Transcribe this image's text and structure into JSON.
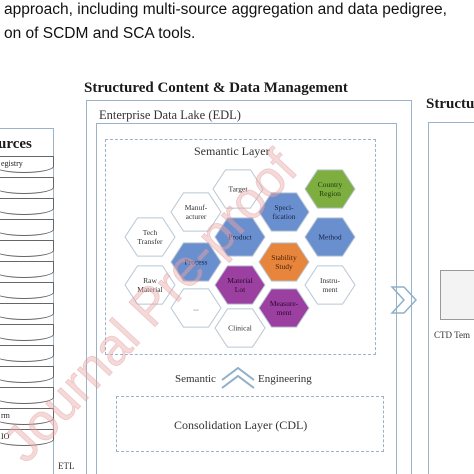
{
  "caption": {
    "line1": "approach, including multi-source aggregation and data pedigree,",
    "line2": "on of SCDM and SCA tools."
  },
  "left": {
    "title": "urces",
    "items": [
      "egistry",
      "",
      "",
      "",
      "",
      "",
      "",
      "",
      "",
      "",
      "",
      "",
      "rm",
      "IO"
    ],
    "etl_label": "ETL"
  },
  "main": {
    "title": "Structured Content & Data Management",
    "edl_title": "Enterprise Data Lake (EDL)",
    "semantic_layer_title": "Semantic Layer",
    "hexes": [
      {
        "label": [
          "Target"
        ],
        "fill": "#ffffff",
        "text": "#333333"
      },
      {
        "label": [
          "Country",
          "Region"
        ],
        "fill": "#7dae3f",
        "text": "#1d3a0a"
      },
      {
        "label": [
          "Manuf-",
          "acturer"
        ],
        "fill": "#ffffff",
        "text": "#333333"
      },
      {
        "label": [
          "Speci-",
          "fication"
        ],
        "fill": "#6a8fcf",
        "text": "#14244a"
      },
      {
        "label": [
          "Tech",
          "Transfer"
        ],
        "fill": "#ffffff",
        "text": "#333333"
      },
      {
        "label": [
          "Product"
        ],
        "fill": "#6a8fcf",
        "text": "#14244a"
      },
      {
        "label": [
          "Method"
        ],
        "fill": "#6a8fcf",
        "text": "#14244a"
      },
      {
        "label": [
          "Process"
        ],
        "fill": "#6a8fcf",
        "text": "#14244a"
      },
      {
        "label": [
          "Stability",
          "Study"
        ],
        "fill": "#e8853c",
        "text": "#4a2208"
      },
      {
        "label": [
          "Raw",
          "Material"
        ],
        "fill": "#ffffff",
        "text": "#333333"
      },
      {
        "label": [
          "Material",
          "Lot"
        ],
        "fill": "#9b3fa0",
        "text": "#2a0a2c"
      },
      {
        "label": [
          "Instru-",
          "ment"
        ],
        "fill": "#ffffff",
        "text": "#333333"
      },
      {
        "label": [
          "..."
        ],
        "fill": "#ffffff",
        "text": "#333333"
      },
      {
        "label": [
          "Measure-",
          "ment"
        ],
        "fill": "#9b3fa0",
        "text": "#2a0a2c"
      },
      {
        "label": [
          "Clinical"
        ],
        "fill": "#ffffff",
        "text": "#333333"
      }
    ],
    "semantic_label": "Semantic",
    "engineering_label": "Engineering",
    "cdl_title": "Consolidation Layer (CDL)"
  },
  "right": {
    "title": "Structu",
    "card_label": "CTD Tem"
  },
  "watermark": "Journal Pre-proof",
  "colors": {
    "border": "#9ab3c9",
    "chevron": "#8fb0c8",
    "blue_hex": "#6a8fcf",
    "green_hex": "#7dae3f",
    "orange_hex": "#e8853c",
    "purple_hex": "#9b3fa0"
  }
}
